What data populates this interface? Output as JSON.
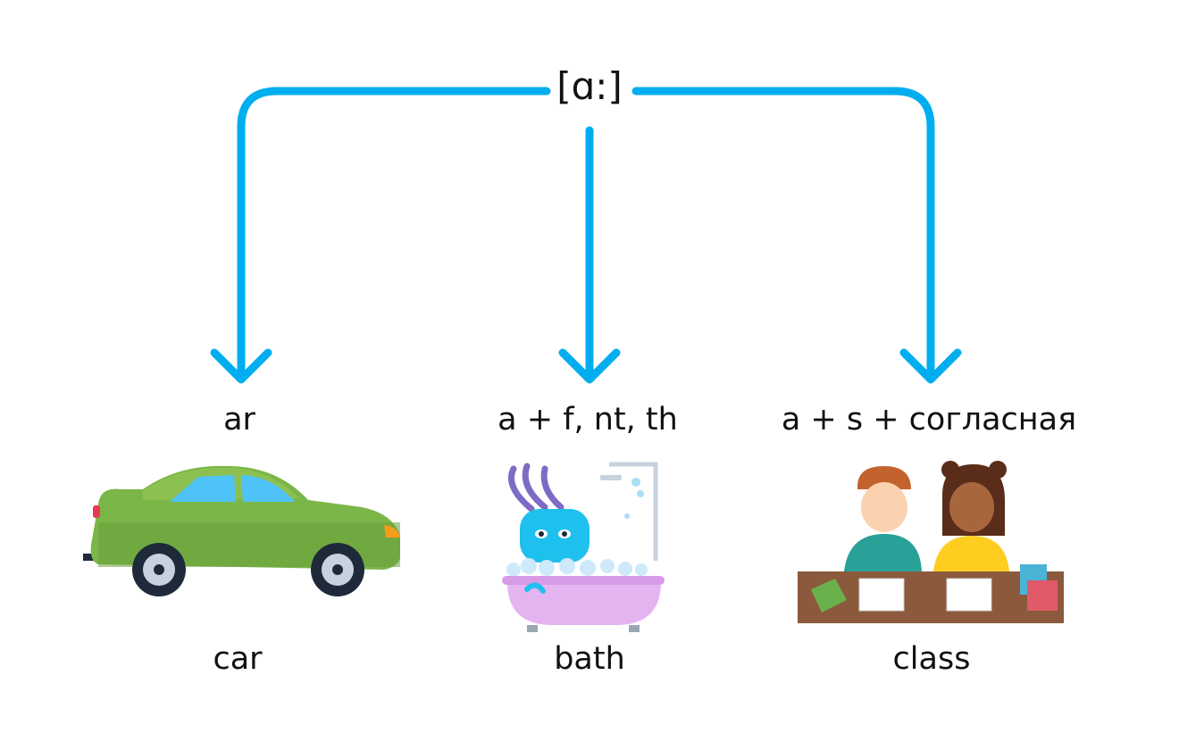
{
  "phoneme": "[ɑ:]",
  "branches": [
    {
      "rule": "ar",
      "word": "car",
      "image_icon": "car-illustration"
    },
    {
      "rule": "a + f, nt, th",
      "word": "bath",
      "image_icon": "bathtub-illustration"
    },
    {
      "rule": "a + s + согласная",
      "word": "class",
      "image_icon": "classroom-illustration"
    }
  ],
  "colors": {
    "arrow": "#00AEEF",
    "text": "#111111"
  }
}
